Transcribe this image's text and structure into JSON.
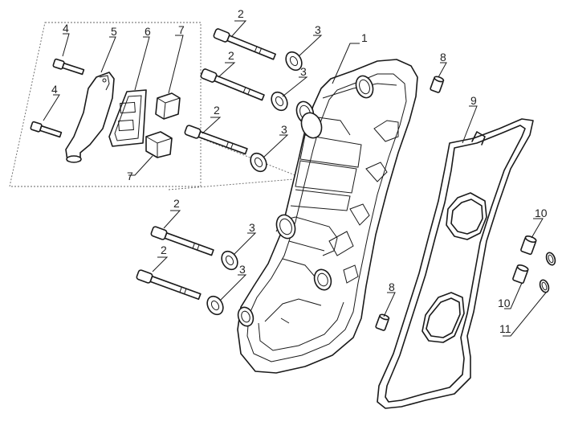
{
  "callouts": {
    "c1": "1",
    "c2a": "2",
    "c2b": "2",
    "c2c": "2",
    "c2d": "2",
    "c2e": "2",
    "c3a": "3",
    "c3b": "3",
    "c3c": "3",
    "c3d": "3",
    "c3e": "3",
    "c4a": "4",
    "c4b": "4",
    "c5": "5",
    "c6": "6",
    "c7a": "7",
    "c7b": "7",
    "c8a": "8",
    "c8b": "8",
    "c9": "9",
    "c10a": "10",
    "c10b": "10",
    "c11": "11"
  }
}
